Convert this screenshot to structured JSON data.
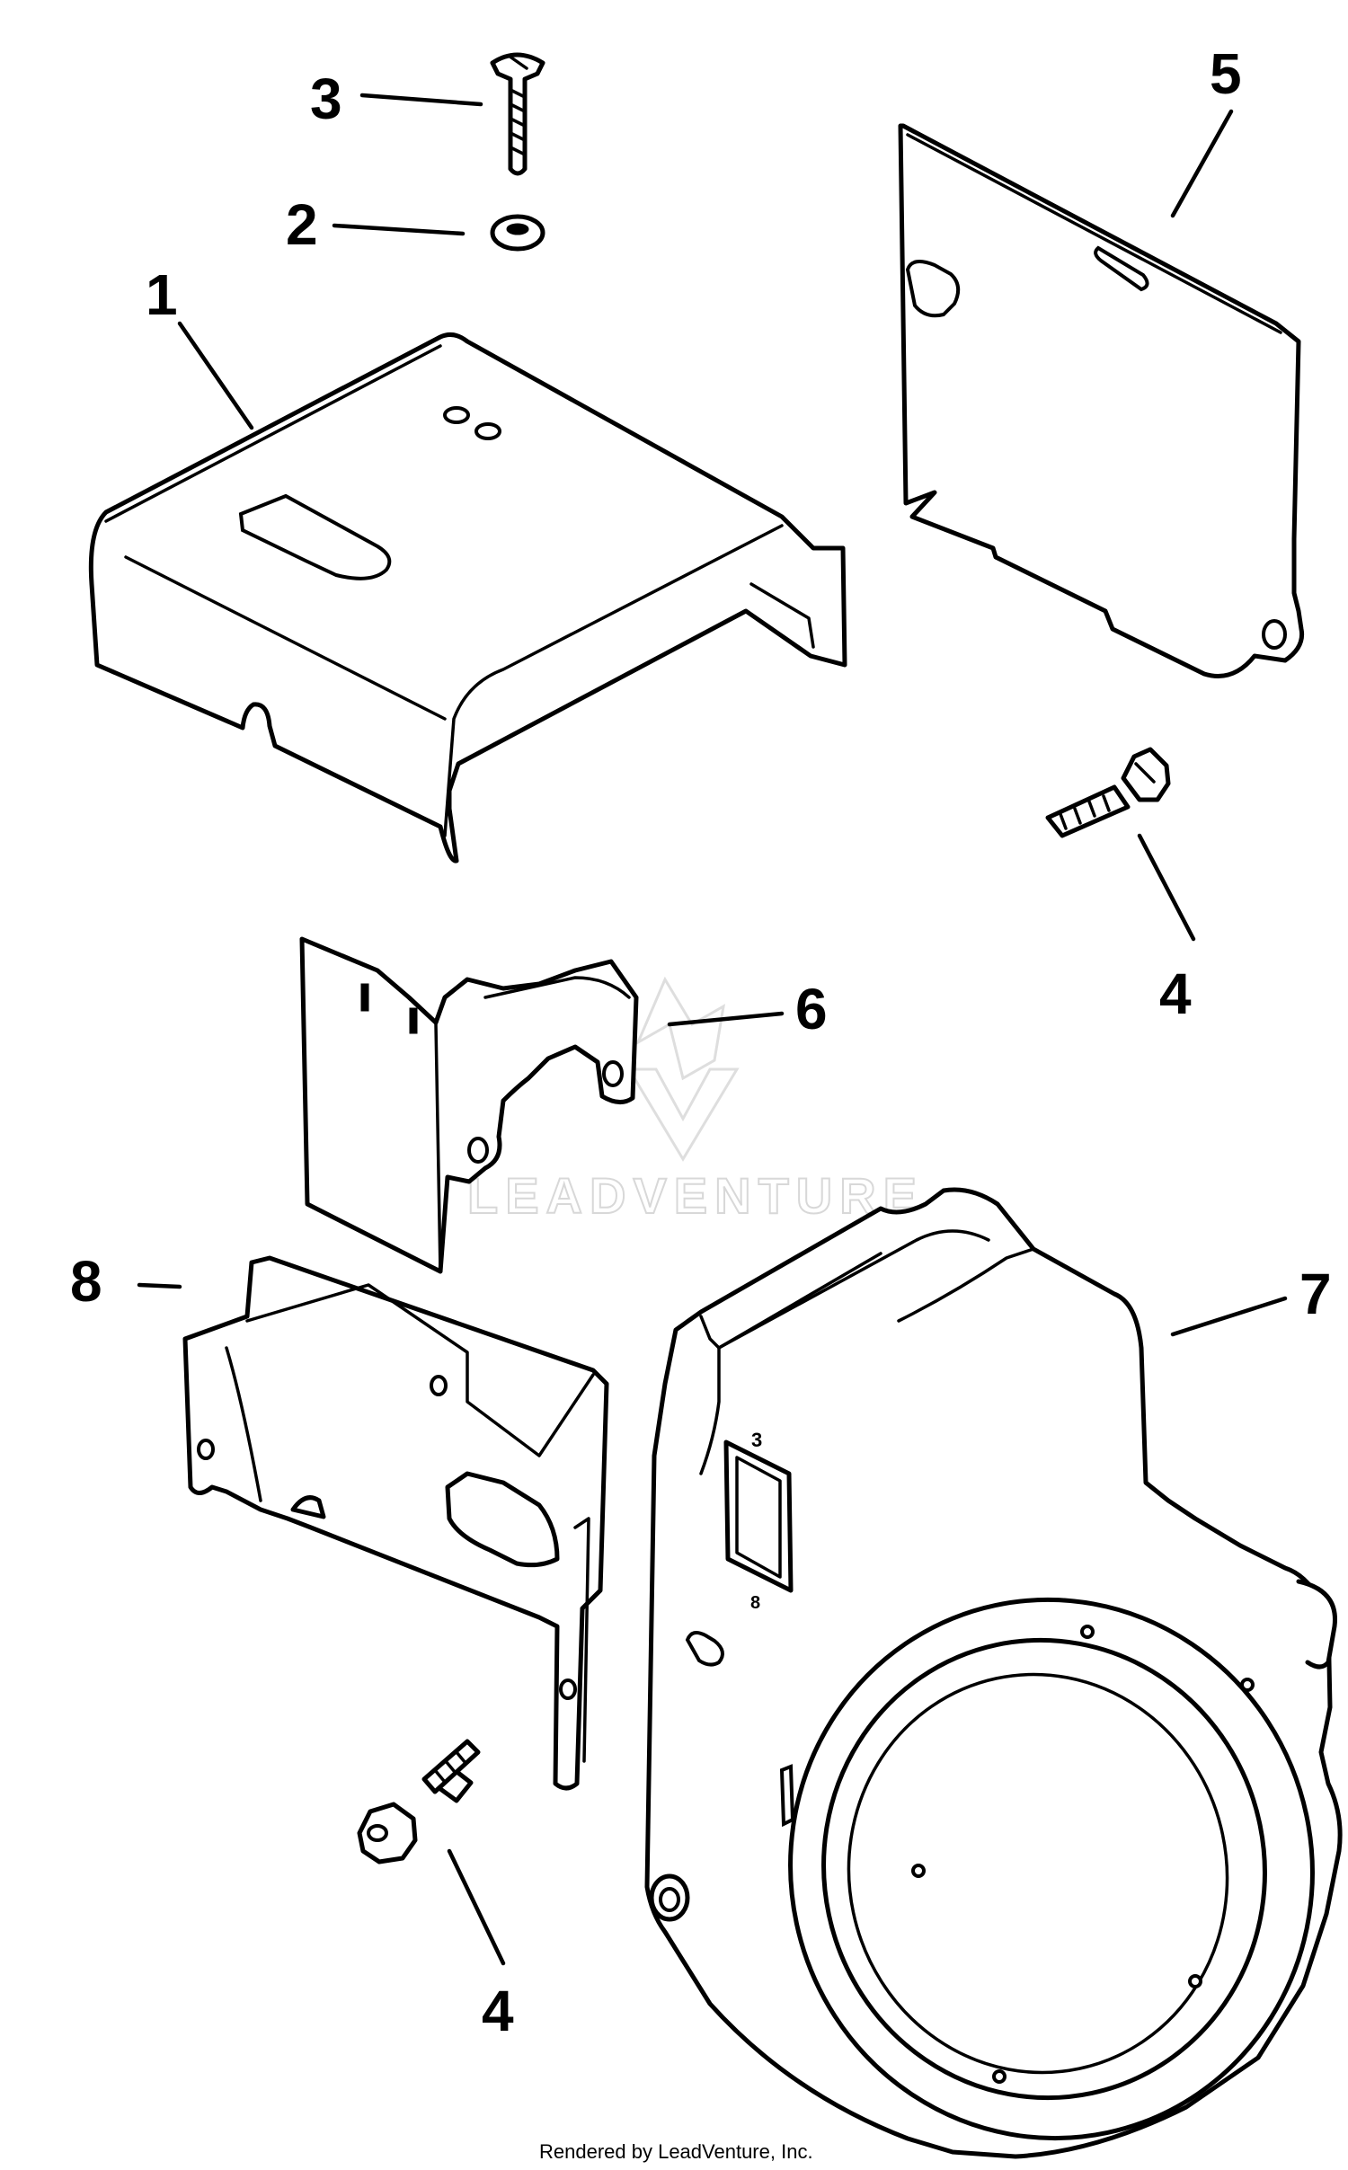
{
  "diagram": {
    "callouts": [
      {
        "id": "1",
        "label": "1"
      },
      {
        "id": "2",
        "label": "2"
      },
      {
        "id": "3",
        "label": "3"
      },
      {
        "id": "4a",
        "label": "4"
      },
      {
        "id": "4b",
        "label": "4"
      },
      {
        "id": "5",
        "label": "5"
      },
      {
        "id": "6",
        "label": "6"
      },
      {
        "id": "7",
        "label": "7"
      },
      {
        "id": "8",
        "label": "8"
      }
    ],
    "part_markings": {
      "window_top": "3",
      "window_bottom": "8"
    }
  },
  "watermark": {
    "text": "LEADVENTURE"
  },
  "footer": {
    "text": "Rendered by LeadVenture, Inc."
  }
}
